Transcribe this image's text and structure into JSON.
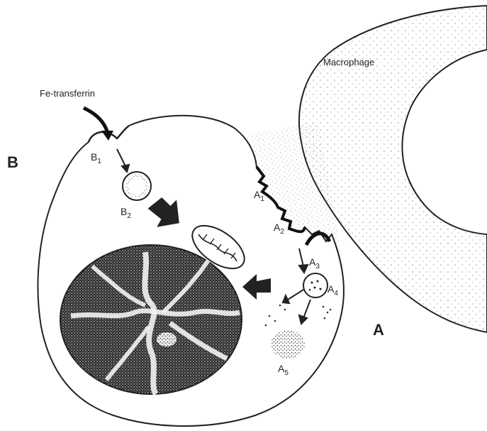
{
  "labels": {
    "fe_transferrin": "Fe-transferrin",
    "macrophage": "Macrophage",
    "panel_a": "A",
    "panel_b": "B",
    "a1": {
      "base": "A",
      "sub": "1"
    },
    "a2": {
      "base": "A",
      "sub": "2"
    },
    "a3": {
      "base": "A",
      "sub": "3"
    },
    "a4": {
      "base": "A",
      "sub": "4"
    },
    "a5": {
      "base": "A",
      "sub": "5"
    },
    "b1": {
      "base": "B",
      "sub": "1"
    },
    "b2": {
      "base": "B",
      "sub": "2"
    }
  },
  "colors": {
    "ink": "#222222",
    "paper": "#ffffff",
    "stipple": "#444444"
  }
}
